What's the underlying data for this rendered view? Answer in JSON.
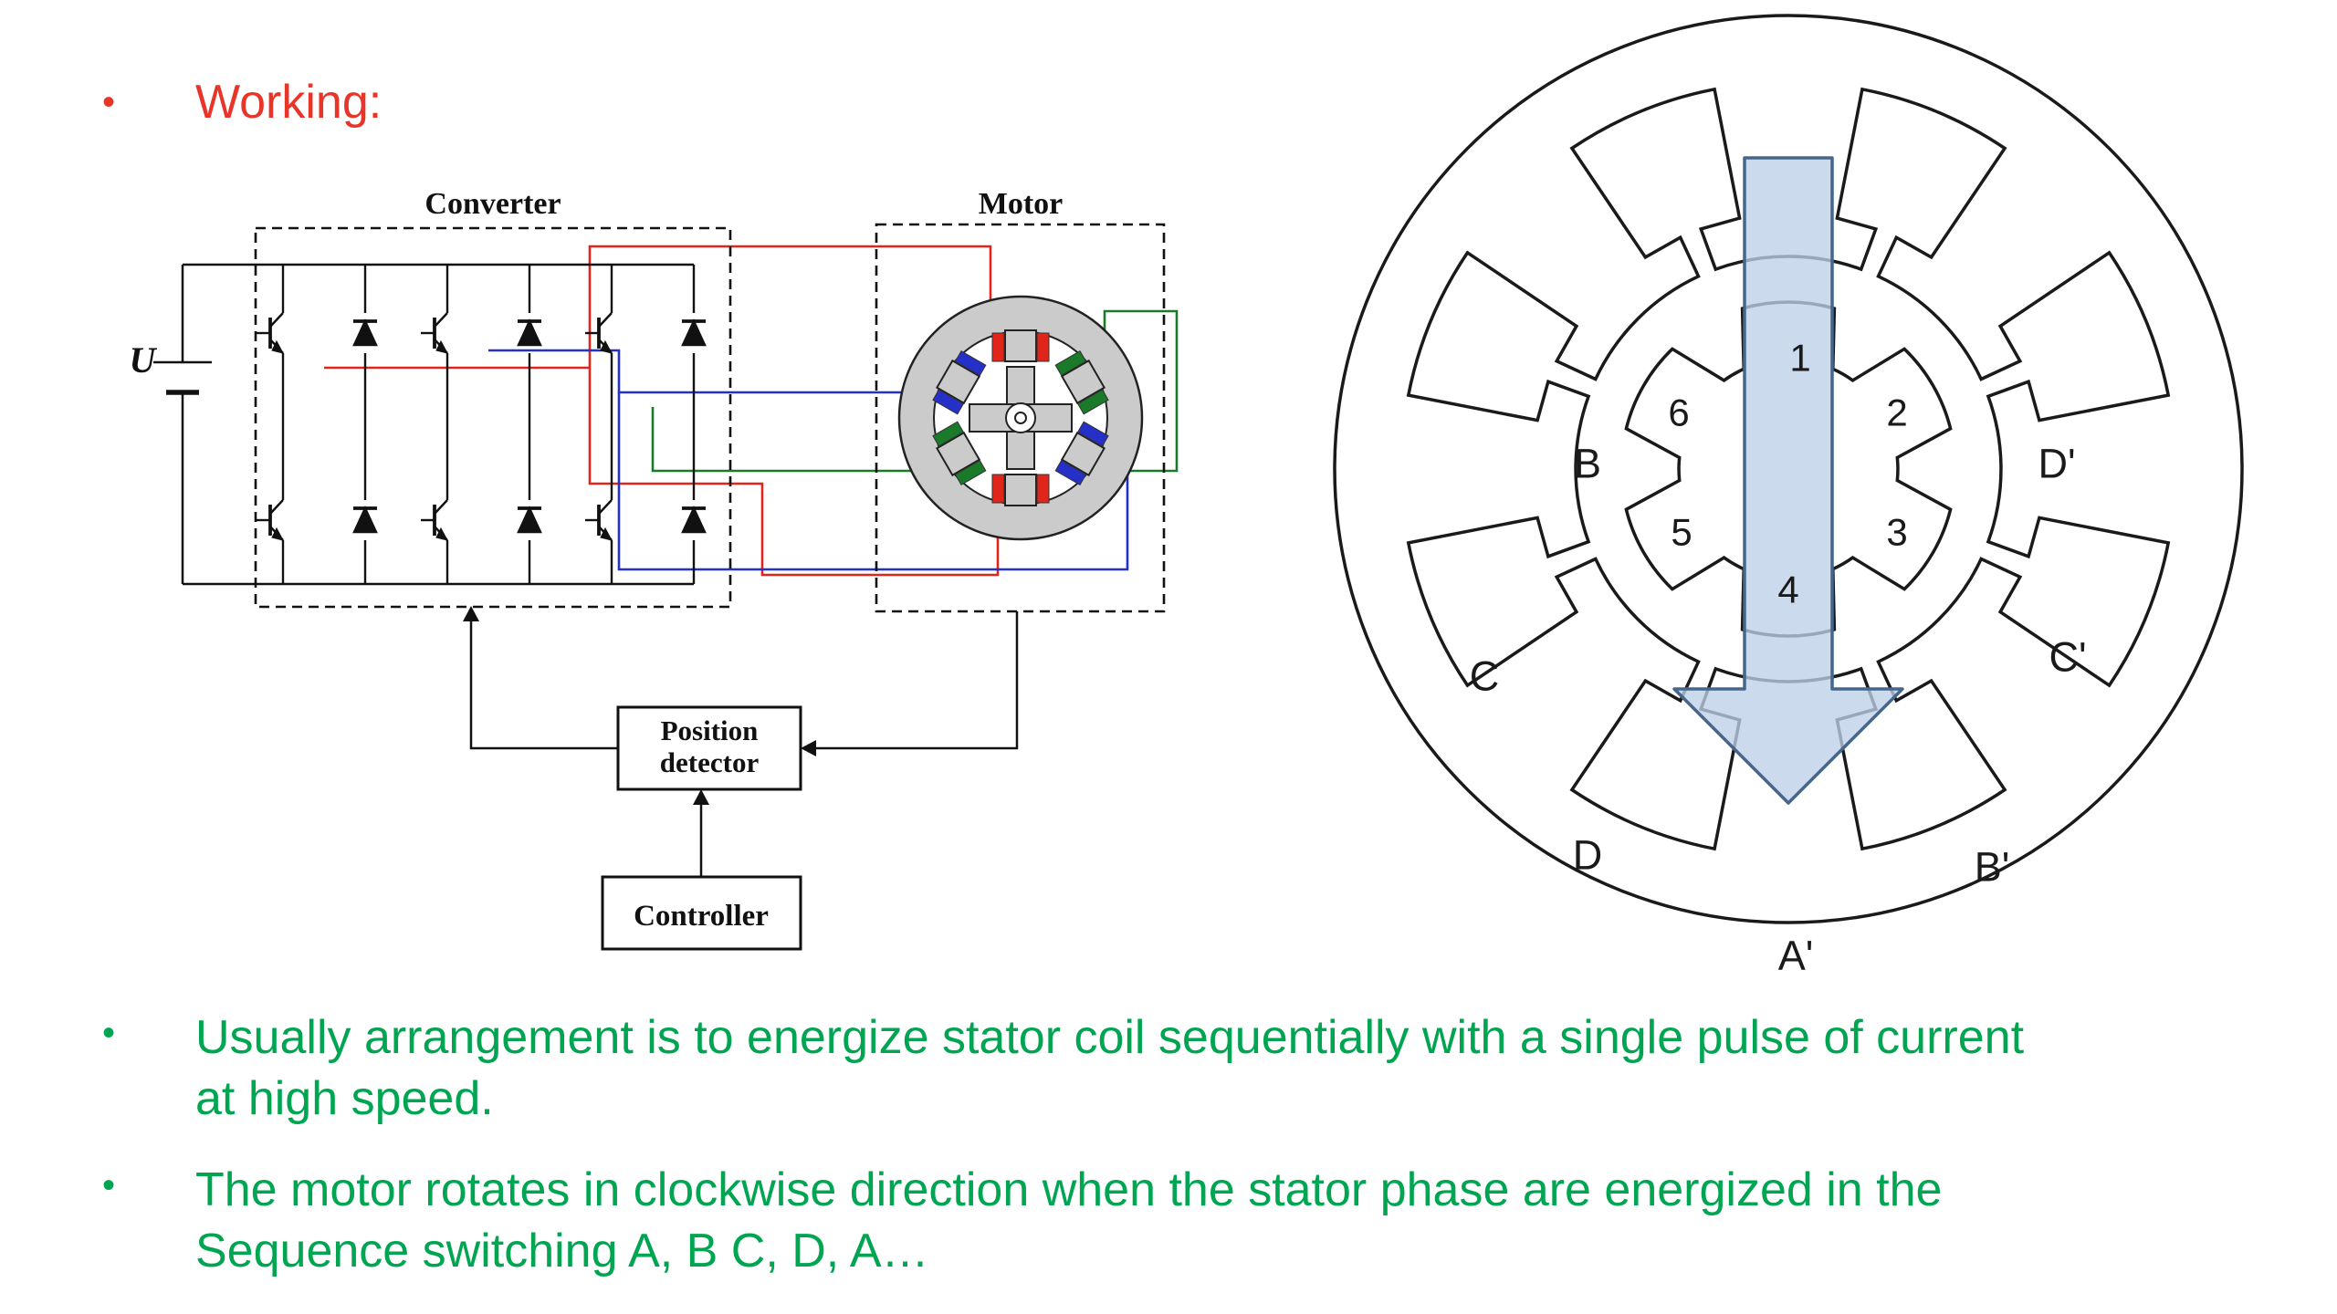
{
  "slide": {
    "title": "Working:",
    "bullets": [
      "Usually arrangement is to energize stator coil sequentially with a single pulse of current at high speed.",
      "The motor rotates in clockwise direction when the stator phase are energized in the Sequence switching A, B C, D, A…"
    ]
  },
  "circuit": {
    "converter_label": "Converter",
    "motor_label": "Motor",
    "supply_label": "U",
    "position_detector_lines": [
      "Position",
      "detector"
    ],
    "controller_label": "Controller"
  },
  "stepper": {
    "rotor_teeth": [
      "1",
      "2",
      "3",
      "4",
      "5",
      "6"
    ],
    "stator_poles": [
      "B",
      "C",
      "D",
      "A'",
      "B'",
      "C'",
      "D'"
    ]
  },
  "colors": {
    "title_red": "#e8352a",
    "text_green": "#00a551",
    "wire_red": "#e0251b",
    "wire_blue": "#2430c8",
    "wire_green": "#1a7a2a",
    "motor_gray": "#cbcbcb",
    "arrow_fill": "#bcd0e8",
    "arrow_stroke": "#46668c",
    "line_black": "#1a1a1a"
  }
}
